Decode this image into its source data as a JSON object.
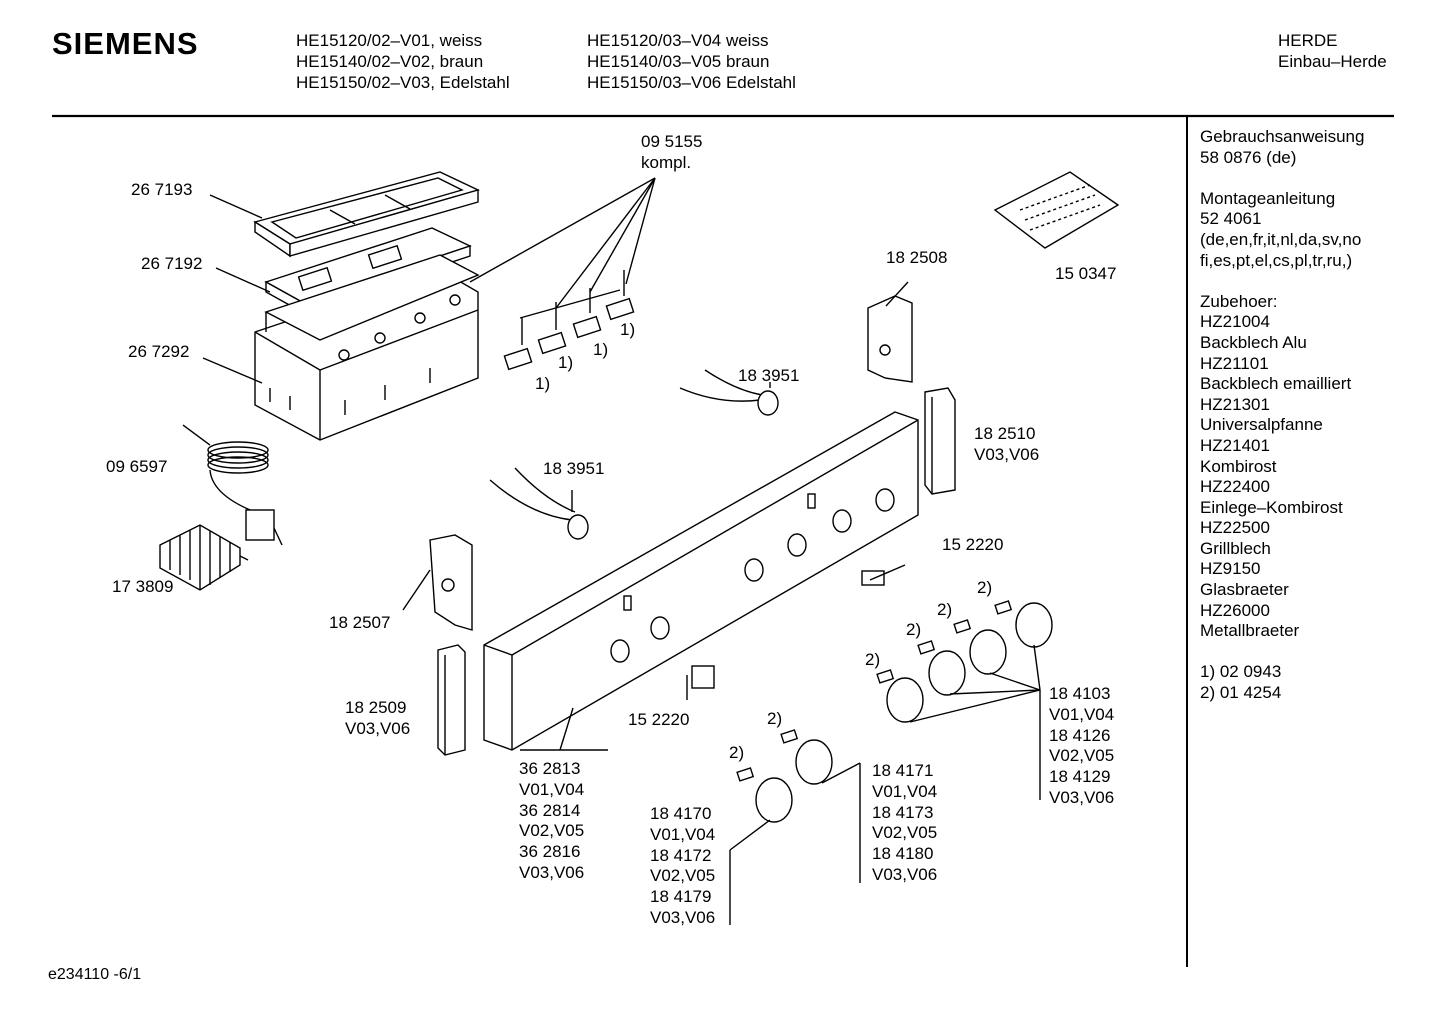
{
  "header": {
    "brand": "SIEMENS",
    "models_left": [
      "HE15120/02–V01, weiss",
      "HE15140/02–V02, braun",
      "HE15150/02–V03, Edelstahl"
    ],
    "models_right": [
      "HE15120/03–V04 weiss",
      "HE15140/03–V05 braun",
      "HE15150/03–V06 Edelstahl"
    ],
    "category": [
      "HERDE",
      "Einbau–Herde"
    ]
  },
  "sidebar": {
    "lines": [
      "Gebrauchsanweisung",
      "58 0876 (de)",
      "",
      "Montageanleitung",
      "52 4061",
      "(de,en,fr,it,nl,da,sv,no",
      "fi,es,pt,el,cs,pl,tr,ru,)",
      "",
      "Zubehoer:",
      "HZ21004",
      "Backblech Alu",
      "HZ21101",
      "Backblech emailliert",
      "HZ21301",
      "Universalpfanne",
      "HZ21401",
      "Kombirost",
      "HZ22400",
      "Einlege–Kombirost",
      "HZ22500",
      "Grillblech",
      "HZ9150",
      "Glasbraeter",
      "HZ26000",
      "Metallbraeter",
      "",
      "1) 02 0943",
      "2) 01 4254"
    ]
  },
  "parts": {
    "p267193": "26 7193",
    "p267192": "26 7192",
    "p267292": "26 7292",
    "p096597": "09 6597",
    "p173809": "17 3809",
    "p095155": [
      "09 5155",
      "kompl."
    ],
    "fn1": "1)",
    "p183951a": "18 3951",
    "p183951b": "18 3951",
    "p182508": "18 2508",
    "p150347": "15 0347",
    "p182510": [
      "18 2510",
      "V03,V06"
    ],
    "p152220a": "15 2220",
    "p152220b": "15 2220",
    "p182507": "18 2507",
    "p182509": [
      "18 2509",
      "V03,V06"
    ],
    "fn2": "2)",
    "p362813": [
      "36 2813",
      "V01,V04",
      "36 2814",
      "V02,V05",
      "36 2816",
      "V03,V06"
    ],
    "p184170": [
      "18 4170",
      "V01,V04",
      "18 4172",
      "V02,V05",
      "18 4179",
      "V03,V06"
    ],
    "p184171": [
      "18 4171",
      "V01,V04",
      "18 4173",
      "V02,V05",
      "18 4180",
      "V03,V06"
    ],
    "p184103": [
      "18 4103",
      "V01,V04",
      "18 4126",
      "V02,V05",
      "18 4129",
      "V03,V06"
    ]
  },
  "footer": {
    "code": "e234110 -6/1"
  }
}
